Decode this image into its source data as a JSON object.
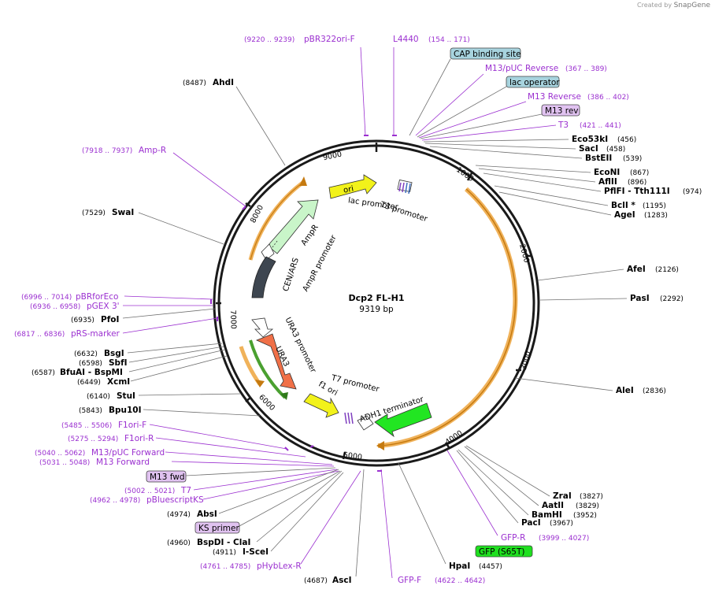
{
  "watermark": {
    "prefix": "Created by",
    "brand": "SnapGene"
  },
  "plasmid": {
    "name": "Dcp2 FL-H1",
    "size": "9319 bp"
  },
  "ticks": [
    "9000",
    "1000",
    "2000",
    "3000",
    "4000",
    "5000",
    "6000",
    "7000",
    "8000"
  ],
  "features": {
    "ori": "ori",
    "lac_promoter": "lac promoter",
    "t3_promoter": "T3 promoter",
    "ampr": "AmpR",
    "ampr_promoter": "AmpR promoter",
    "cen_ars": "CEN/ARS",
    "ura3_promoter": "URA3 promoter",
    "ura3": "URA3",
    "t7_promoter": "T7 promoter",
    "f1_ori": "f1 ori",
    "adh1_terminator": "ADH1 terminator"
  },
  "labels_right": [
    {
      "name": "Eco53kI",
      "pos": "(456)"
    },
    {
      "name": "SacI",
      "pos": "(458)"
    },
    {
      "name": "BstEII",
      "pos": "(539)"
    },
    {
      "name": "EcoNI",
      "pos": "(867)"
    },
    {
      "name": "AflII",
      "pos": "(896)"
    },
    {
      "name": "PflFI  - Tth111I",
      "pos": "(974)"
    },
    {
      "name": "BclI *",
      "pos": "(1195)"
    },
    {
      "name": "AgeI",
      "pos": "(1283)"
    },
    {
      "name": "AfeI",
      "pos": "(2126)"
    },
    {
      "name": "PasI",
      "pos": "(2292)"
    },
    {
      "name": "AleI",
      "pos": "(2836)"
    },
    {
      "name": "ZraI",
      "pos": "(3827)"
    },
    {
      "name": "AatII",
      "pos": "(3829)"
    },
    {
      "name": "BamHI",
      "pos": "(3952)"
    },
    {
      "name": "PacI",
      "pos": "(3967)"
    },
    {
      "name": "HpaI",
      "pos": "(4457)"
    }
  ],
  "labels_left": [
    {
      "name": "AhdI",
      "pos": "(8487)"
    },
    {
      "name": "SwaI",
      "pos": "(7529)"
    },
    {
      "name": "PfoI",
      "pos": "(6935)"
    },
    {
      "name": "BsgI",
      "pos": "(6632)"
    },
    {
      "name": "SbfI",
      "pos": "(6598)"
    },
    {
      "name": "BfuAI  - BspMI",
      "pos": "(6587)"
    },
    {
      "name": "XcmI",
      "pos": "(6449)"
    },
    {
      "name": "StuI",
      "pos": "(6140)"
    },
    {
      "name": "Bpu10I",
      "pos": "(5843)"
    },
    {
      "name": "AbsI",
      "pos": "(4974)"
    },
    {
      "name": "BspDI  - ClaI",
      "pos": "(4960)"
    },
    {
      "name": "I-SceI",
      "pos": "(4911)"
    },
    {
      "name": "AscI",
      "pos": "(4687)"
    }
  ],
  "primers_top": [
    {
      "name": "pBR322ori-F",
      "range": "(9220 .. 9239)"
    },
    {
      "name": "L4440",
      "range": "(154 .. 171)"
    },
    {
      "name": "M13/pUC Reverse",
      "range": "(367 .. 389)"
    },
    {
      "name": "M13 Reverse",
      "range": "(386 .. 402)"
    },
    {
      "name": "T3",
      "range": "(421 .. 441)"
    },
    {
      "name": "Amp-R",
      "range": "(7918 .. 7937)"
    },
    {
      "name": "pBRforEco",
      "range": "(6996 .. 7014)"
    },
    {
      "name": "pGEX 3'",
      "range": "(6936 .. 6958)"
    },
    {
      "name": "pRS-marker",
      "range": "(6817 .. 6836)"
    },
    {
      "name": "F1ori-F",
      "range": "(5485 .. 5506)"
    },
    {
      "name": "F1ori-R",
      "range": "(5275 .. 5294)"
    },
    {
      "name": "M13/pUC Forward",
      "range": "(5040 .. 5062)"
    },
    {
      "name": "M13 Forward",
      "range": "(5031 .. 5048)"
    },
    {
      "name": "T7",
      "range": "(5002 .. 5021)"
    },
    {
      "name": "pBluescriptKS",
      "range": "(4962 .. 4978)"
    },
    {
      "name": "pHybLex-R",
      "range": "(4761 .. 4785)"
    },
    {
      "name": "GFP-F",
      "range": "(4622 .. 4642)"
    },
    {
      "name": "GFP-R",
      "range": "(3999 .. 4027)"
    }
  ],
  "boxes": {
    "cap": "CAP binding site",
    "lac_operator": "lac operator",
    "m13_rev": "M13 rev",
    "m13_fwd": "M13 fwd",
    "ks_primer": "KS primer",
    "gfp": "GFP (S65T)"
  },
  "colors": {
    "enzyme": "#000000",
    "primer": "#9b30d0",
    "box_blue": "#a7d3de",
    "box_purple": "#e0c2f0",
    "box_green": "#1fe01f",
    "ring": "#1a1a1a",
    "orf_orange": "#f0b25a"
  }
}
